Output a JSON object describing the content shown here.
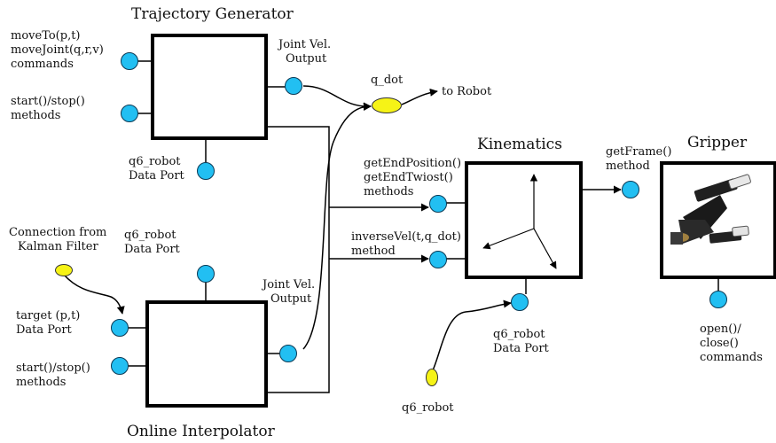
{
  "trajectory_generator": {
    "title": "Trajectory Generator",
    "input_commands": [
      "moveTo(p,t)",
      "moveJoint(q,r,v)",
      "commands"
    ],
    "input_methods": [
      "start()/stop()",
      "methods"
    ],
    "output": [
      "Joint Vel.",
      "Output"
    ],
    "data_port": [
      "q6_robot",
      "Data Port"
    ]
  },
  "online_interpolator": {
    "title": "Online Interpolator",
    "data_port": [
      "q6_robot",
      "Data Port"
    ],
    "input_target": [
      "target (p,t)",
      "Data Port"
    ],
    "input_methods": [
      "start()/stop()",
      "methods"
    ],
    "output": [
      "Joint Vel.",
      "Output"
    ]
  },
  "kalman": {
    "label": [
      "Connection from",
      "Kalman Filter"
    ]
  },
  "qdot": {
    "label": "q_dot",
    "to_robot": "to Robot"
  },
  "kinematics": {
    "title": "Kinematics",
    "input_end": [
      "getEndPosition()",
      "getEndTwiost()",
      "methods"
    ],
    "input_inverse": [
      "inverseVel(t,q_dot)",
      "method"
    ],
    "data_port": [
      "q6_robot",
      "Data Port"
    ],
    "get_frame": [
      "getFrame()",
      "method"
    ]
  },
  "q6_source": {
    "label": "q6_robot"
  },
  "gripper": {
    "title": "Gripper",
    "commands": [
      "open()/",
      "close()",
      "commands"
    ]
  }
}
